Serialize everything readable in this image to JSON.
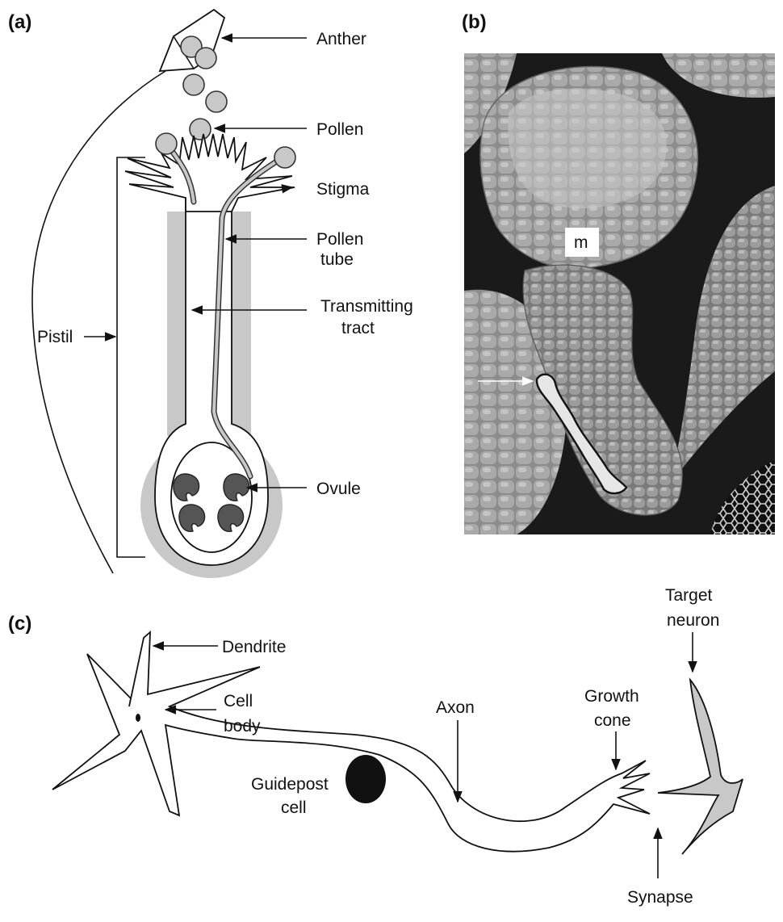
{
  "panels": {
    "a": "(a)",
    "b": "(b)",
    "c": "(c)"
  },
  "panel_a": {
    "anther": "Anther",
    "pollen": "Pollen",
    "stigma": "Stigma",
    "pollen_tube_1": "Pollen",
    "pollen_tube_2": "tube",
    "transmitting_1": "Transmitting",
    "transmitting_2": "tract",
    "pistil": "Pistil",
    "ovule": "Ovule"
  },
  "panel_b": {
    "micrograph_label": "m"
  },
  "panel_c": {
    "dendrite": "Dendrite",
    "cell_body_1": "Cell",
    "cell_body_2": "body",
    "axon": "Axon",
    "growth_cone_1": "Growth",
    "growth_cone_2": "cone",
    "target_1": "Target",
    "target_2": "neuron",
    "guidepost_1": "Guidepost",
    "guidepost_2": "cell",
    "synapse": "Synapse"
  },
  "colors": {
    "gray_fill": "#c8c8c8",
    "dark_fill": "#555555",
    "photo_bg": "#1a1a1a",
    "photo_cells": "#9a9a9a"
  }
}
